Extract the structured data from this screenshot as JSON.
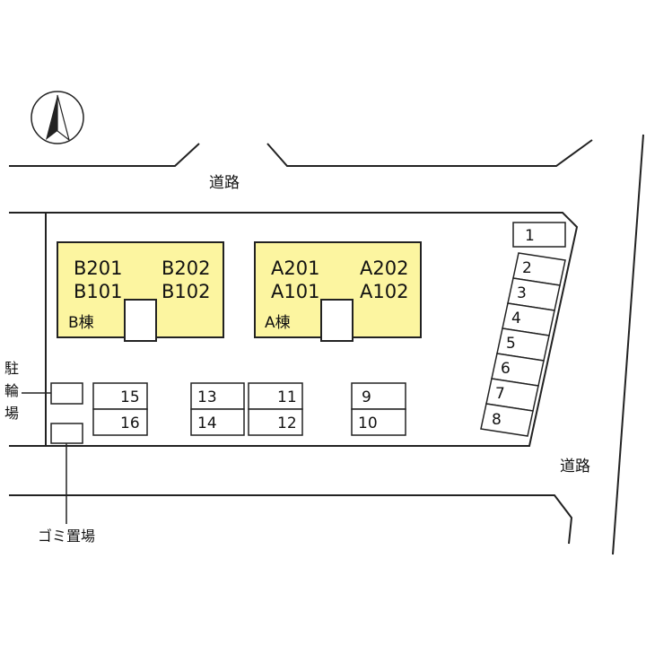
{
  "colors": {
    "building_fill": "#fcf5a0",
    "line": "#222222",
    "background": "#ffffff"
  },
  "compass": {
    "icon": "north-arrow-icon"
  },
  "roads": {
    "north": "道路",
    "east": "道路"
  },
  "buildings": {
    "B": {
      "label": "B棟",
      "units": [
        "B201",
        "B202",
        "B101",
        "B102"
      ]
    },
    "A": {
      "label": "A棟",
      "units": [
        "A201",
        "A202",
        "A101",
        "A102"
      ]
    }
  },
  "parking_slots": [
    "1",
    "2",
    "3",
    "4",
    "5",
    "6",
    "7",
    "8",
    "9",
    "10",
    "11",
    "12",
    "13",
    "14",
    "15",
    "16"
  ],
  "facilities": {
    "bicycle_parking": [
      "駐",
      "輪",
      "場"
    ],
    "garbage_area": "ゴミ置場"
  }
}
